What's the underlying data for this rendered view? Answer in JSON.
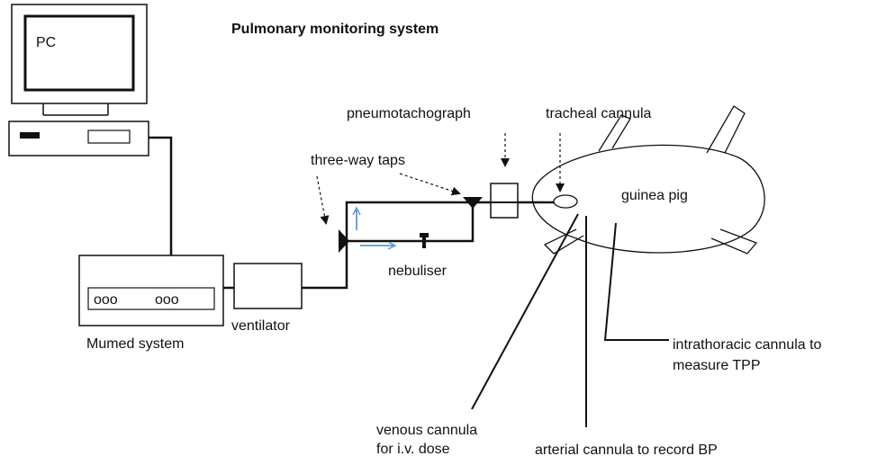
{
  "title": "Pulmonary monitoring system",
  "labels": {
    "pc": "PC",
    "mumed": "Mumed system",
    "mumed_dial_left": "ooo",
    "mumed_dial_right": "ooo",
    "ventilator": "ventilator",
    "three_way_taps": "three-way taps",
    "nebuliser": "nebuliser",
    "pneumotachograph": "pneumotachograph",
    "tracheal_cannula": "tracheal cannula",
    "guinea_pig": "guinea pig",
    "intrathoracic_line1": "intrathoracic cannula to",
    "intrathoracic_line2": "measure TPP",
    "venous_line1": "venous cannula",
    "venous_line2": "for i.v. dose",
    "arterial": "arterial cannula to record BP"
  },
  "colors": {
    "line": "#111111",
    "flow_arrow": "#5b9bd5"
  }
}
